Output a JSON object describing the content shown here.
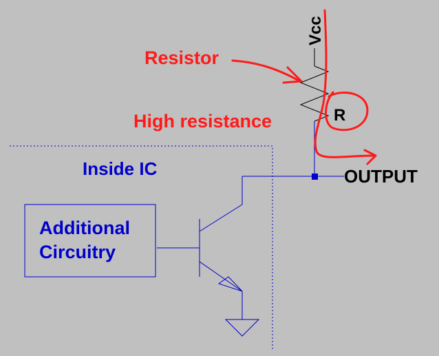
{
  "labels": {
    "vcc": "Vcc",
    "resistor": "Resistor",
    "high_resistance": "High resistance",
    "r": "R",
    "inside_ic": "Inside IC",
    "additional_line1": "Additional",
    "additional_line2": "Circuitry",
    "output": "OUTPUT"
  },
  "colors": {
    "background": "#c0c0c0",
    "wire": "#0000cc",
    "annotation": "#ff1a1a",
    "text_dark": "#000000"
  }
}
